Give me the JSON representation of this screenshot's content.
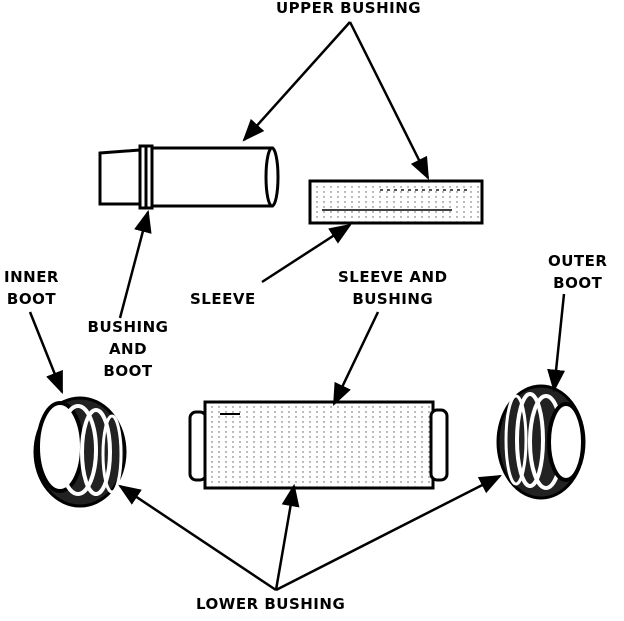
{
  "labels": {
    "upper_bushing": "UPPER BUSHING",
    "sleeve": "SLEEVE",
    "sleeve_and_bushing_l1": "SLEEVE AND",
    "sleeve_and_bushing_l2": "BUSHING",
    "inner_boot_l1": "INNER",
    "inner_boot_l2": "BOOT",
    "outer_boot_l1": "OUTER",
    "outer_boot_l2": "BOOT",
    "bushing_and_boot_l1": "BUSHING",
    "bushing_and_boot_l2": "AND",
    "bushing_and_boot_l3": "BOOT",
    "lower_bushing": "LOWER BUSHING"
  }
}
